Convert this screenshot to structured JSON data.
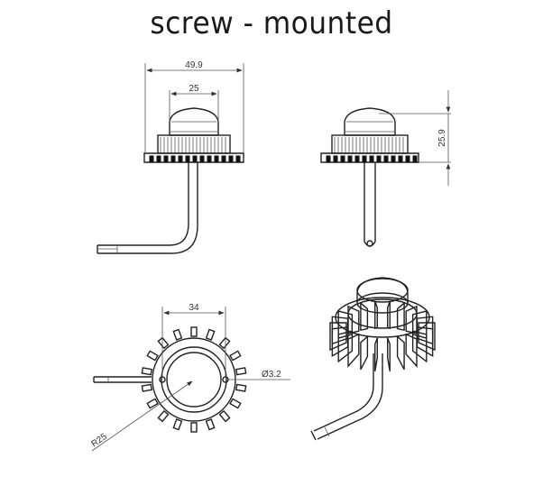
{
  "title": "screw - mounted",
  "dimensions": {
    "overall_width": "49.9",
    "body_width": "25",
    "height": "25.9",
    "mount_spacing": "34",
    "hole_diameter": "Ø3.2",
    "radius": "R25"
  }
}
